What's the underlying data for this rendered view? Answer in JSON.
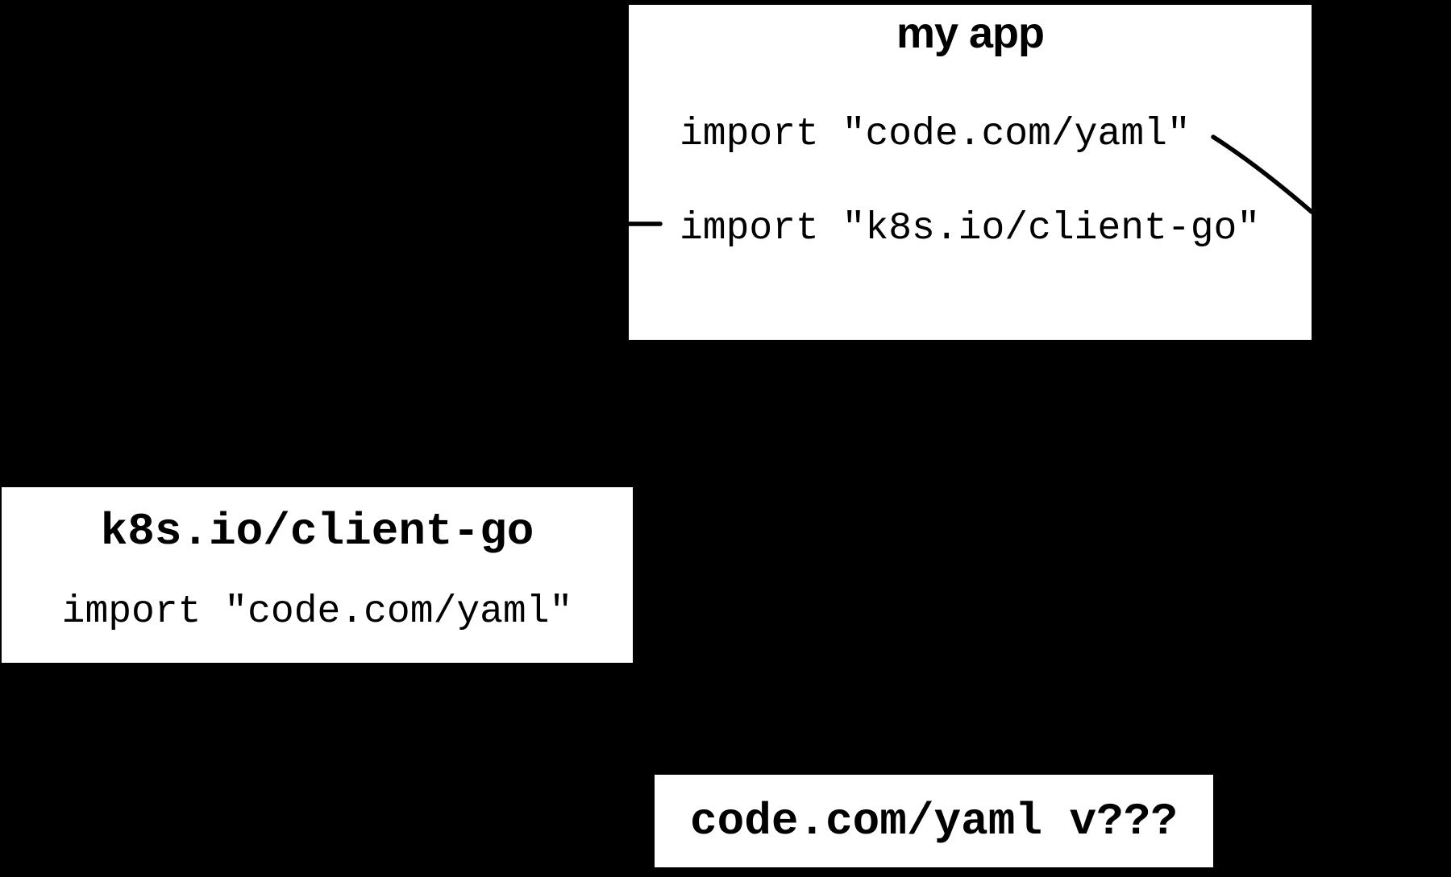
{
  "colors": {
    "background": "#000000",
    "node_fill": "#ffffff",
    "text": "#000000",
    "edge": "#000000"
  },
  "nodes": {
    "my_app": {
      "title": "my app",
      "imports": [
        "import \"code.com/yaml\"",
        "import \"k8s.io/client-go\""
      ]
    },
    "client_go": {
      "title": "k8s.io/client-go",
      "imports": [
        "import \"code.com/yaml\""
      ]
    },
    "yaml": {
      "title": "code.com/yaml v???"
    }
  }
}
